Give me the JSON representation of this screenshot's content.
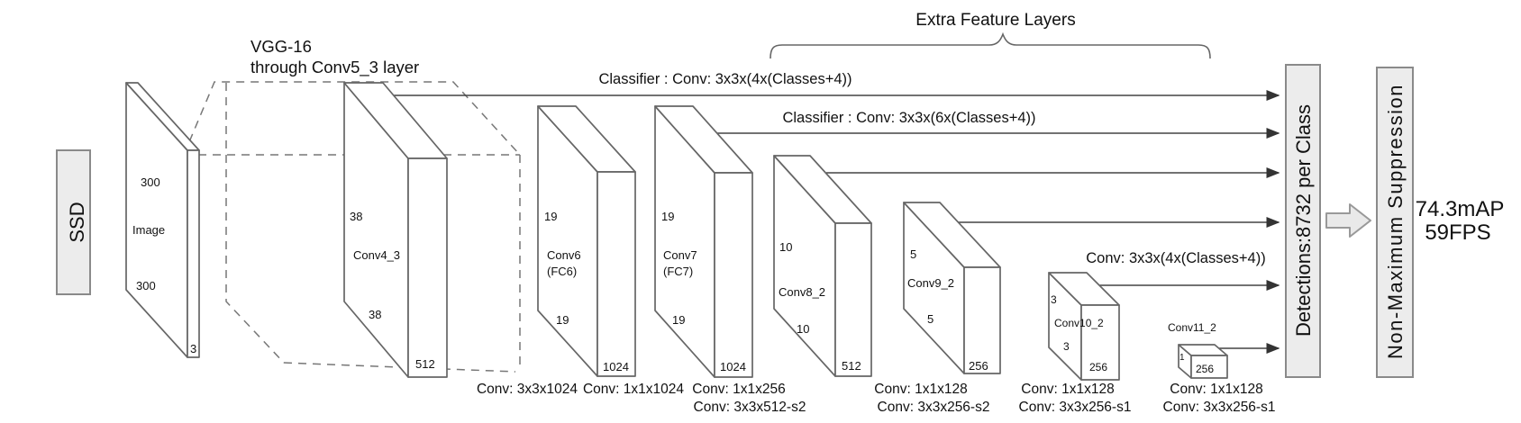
{
  "header": {
    "ssd": "SSD",
    "vgg_line1": "VGG-16",
    "vgg_line2": "through Conv5_3 layer",
    "extra_feature_layers": "Extra Feature Layers"
  },
  "classifiers": {
    "c1": "Classifier : Conv: 3x3x(4x(Classes+4))",
    "c2": "Classifier : Conv: 3x3x(6x(Classes+4))",
    "c3": "Conv: 3x3x(4x(Classes+4))"
  },
  "layers": {
    "image": {
      "name": "Image",
      "dim_top": "300",
      "dim_bottom": "300",
      "channels": "3"
    },
    "conv4_3": {
      "name": "Conv4_3",
      "dim_top": "38",
      "dim_bottom": "38",
      "channels": "512"
    },
    "conv6": {
      "name": "Conv6",
      "sub": "(FC6)",
      "dim_top": "19",
      "dim_bottom": "19",
      "channels": "1024"
    },
    "conv7": {
      "name": "Conv7",
      "sub": "(FC7)",
      "dim_top": "19",
      "dim_bottom": "19",
      "channels": "1024"
    },
    "conv8_2": {
      "name": "Conv8_2",
      "dim_top": "10",
      "dim_bottom": "10",
      "channels": "512"
    },
    "conv9_2": {
      "name": "Conv9_2",
      "dim_top": "5",
      "dim_bottom": "5",
      "channels": "256"
    },
    "conv10_2": {
      "name": "Conv10_2",
      "dim_top": "3",
      "dim_bottom": "3",
      "channels": "256"
    },
    "conv11_2": {
      "name": "Conv11_2",
      "dim_top": "1",
      "channels": "256"
    }
  },
  "conv_ops": {
    "conv6": "Conv: 3x3x1024",
    "conv7": "Conv: 1x1x1024",
    "conv8_2_a": "Conv: 1x1x256",
    "conv8_2_b": "Conv: 3x3x512-s2",
    "conv9_2_a": "Conv: 1x1x128",
    "conv9_2_b": "Conv: 3x3x256-s2",
    "conv10_2_a": "Conv: 1x1x128",
    "conv10_2_b": "Conv: 3x3x256-s1",
    "conv11_2_a": "Conv: 1x1x128",
    "conv11_2_b": "Conv: 3x3x256-s1"
  },
  "output": {
    "detections": "Detections:8732 per Class",
    "nms": "Non-Maximum Suppression",
    "map_value": "74.3mAP",
    "fps_value": "59FPS"
  },
  "colors": {
    "box_fill": "#ececec",
    "box_border": "#8a8a8a",
    "line": "#444444",
    "shape_stroke": "#666666"
  }
}
